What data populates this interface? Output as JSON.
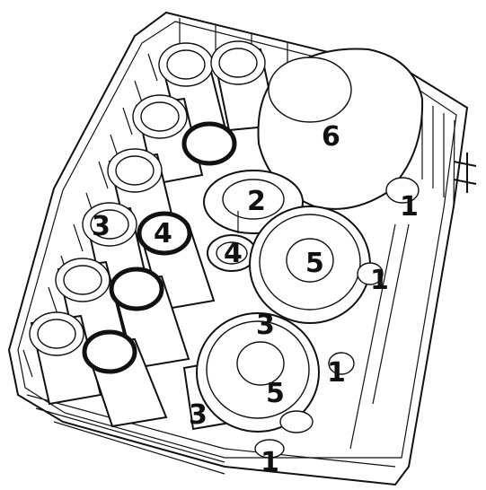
{
  "figure": {
    "description_visible": false,
    "callouts": [
      {
        "id": "c6",
        "text": "6"
      },
      {
        "id": "c2",
        "text": "2"
      },
      {
        "id": "c1a",
        "text": "1"
      },
      {
        "id": "c3a",
        "text": "3"
      },
      {
        "id": "c4a",
        "text": "4"
      },
      {
        "id": "c4b",
        "text": "4"
      },
      {
        "id": "c5a",
        "text": "5"
      },
      {
        "id": "c1b",
        "text": "1"
      },
      {
        "id": "c3b",
        "text": "3"
      },
      {
        "id": "c1c",
        "text": "1"
      },
      {
        "id": "c5b",
        "text": "5"
      },
      {
        "id": "c3c",
        "text": "3"
      },
      {
        "id": "c1d",
        "text": "1"
      }
    ]
  }
}
